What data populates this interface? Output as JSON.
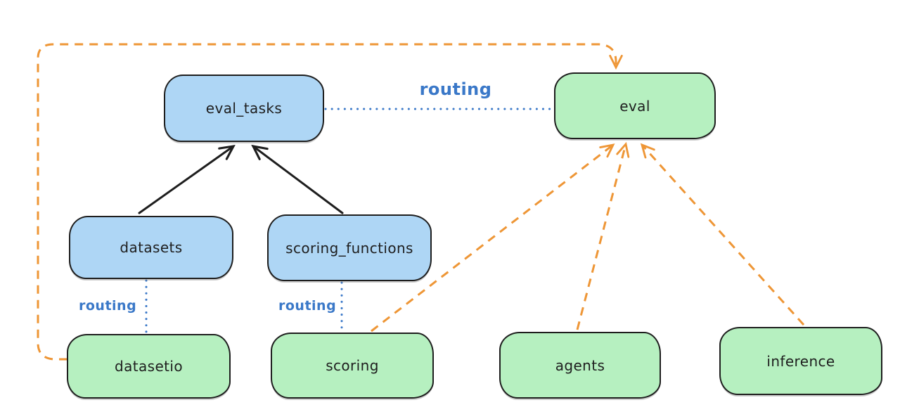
{
  "colors": {
    "bg": "#ffffff",
    "stroke": "#1e1e1e",
    "text": "#1e1e1e",
    "blue_fill": "#aed6f5",
    "green_fill": "#b6f0c0",
    "orange": "#ee9636",
    "blue_line": "#3a78c8"
  },
  "nodes": [
    {
      "label": "eval_tasks",
      "fill": "blue"
    },
    {
      "label": "eval",
      "fill": "green"
    },
    {
      "label": "datasets",
      "fill": "blue"
    },
    {
      "label": "scoring_functions",
      "fill": "blue"
    },
    {
      "label": "datasetio",
      "fill": "green"
    },
    {
      "label": "scoring",
      "fill": "green"
    },
    {
      "label": "agents",
      "fill": "green"
    },
    {
      "label": "inference",
      "fill": "green"
    }
  ],
  "edges": [
    {
      "from": "datasets",
      "to": "eval_tasks",
      "style": "solid-black-arrow"
    },
    {
      "from": "scoring_functions",
      "to": "eval_tasks",
      "style": "solid-black-arrow"
    },
    {
      "from": "eval_tasks",
      "to": "eval",
      "style": "dotted-blue",
      "label": "routing"
    },
    {
      "from": "datasets",
      "to": "datasetio",
      "style": "dotted-blue",
      "label": "routing"
    },
    {
      "from": "scoring_functions",
      "to": "scoring",
      "style": "dotted-blue",
      "label": "routing"
    },
    {
      "from": "datasetio",
      "to": "eval",
      "style": "dashed-orange-arrow"
    },
    {
      "from": "scoring",
      "to": "eval",
      "style": "dashed-orange-arrow"
    },
    {
      "from": "agents",
      "to": "eval",
      "style": "dashed-orange-arrow"
    },
    {
      "from": "inference",
      "to": "eval",
      "style": "dashed-orange-arrow"
    }
  ]
}
